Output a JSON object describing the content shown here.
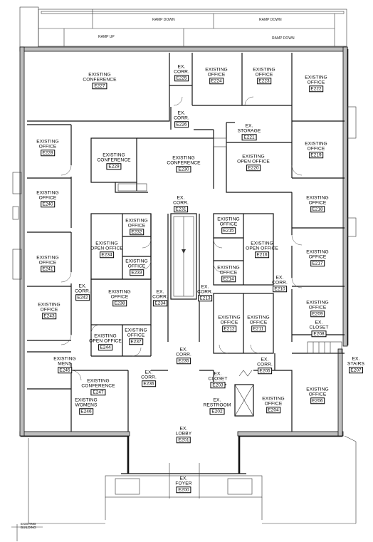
{
  "rooms": [
    {
      "id": "e227",
      "name": [
        "EXISTING",
        "CONFERENCE"
      ],
      "code": "E227"
    },
    {
      "id": "e225",
      "name": [
        "EX.",
        "CORR."
      ],
      "code": "E225"
    },
    {
      "id": "e224",
      "name": [
        "EXISTING",
        "OFFICE"
      ],
      "code": "E224"
    },
    {
      "id": "e223",
      "name": [
        "EXISTING",
        "OFFICE"
      ],
      "code": "E223"
    },
    {
      "id": "e222",
      "name": [
        "EXISTING",
        "OFFICE"
      ],
      "code": "E222"
    },
    {
      "id": "e226",
      "name": [
        "EX.",
        "CORR."
      ],
      "code": "E226"
    },
    {
      "id": "e221",
      "name": [
        "EX.",
        "STORAGE"
      ],
      "code": "E221"
    },
    {
      "id": "e228",
      "name": [
        "EXISTING",
        "OFFICE"
      ],
      "code": "E228"
    },
    {
      "id": "e229",
      "name": [
        "EXISTING",
        "CONFERENCE"
      ],
      "code": "E229"
    },
    {
      "id": "e230",
      "name": [
        "EXISTING",
        "CONFERENCE"
      ],
      "code": "E230"
    },
    {
      "id": "e220",
      "name": [
        "EXISTING",
        "OPEN OFFICE"
      ],
      "code": "E220"
    },
    {
      "id": "e219",
      "name": [
        "EXISTING",
        "OFFICE"
      ],
      "code": "E219"
    },
    {
      "id": "e240",
      "name": [
        "EXISTING",
        "OFFICE"
      ],
      "code": "E240"
    },
    {
      "id": "e231",
      "name": [
        "EX.",
        "CORR."
      ],
      "code": "E231"
    },
    {
      "id": "e218",
      "name": [
        "EXISTING",
        "OFFICE"
      ],
      "code": "E218"
    },
    {
      "id": "e232",
      "name": [
        "EXISTING",
        "OFFICE"
      ],
      "code": "E232"
    },
    {
      "id": "e215",
      "name": [
        "EXISTING",
        "OFFICE"
      ],
      "code": "E215"
    },
    {
      "id": "e234b",
      "name": [
        "EXISTING",
        "OPEN OFFICE"
      ],
      "code": "E234"
    },
    {
      "id": "e216",
      "name": [
        "EXISTING",
        "OPEN OFFICE"
      ],
      "code": "E216"
    },
    {
      "id": "e241",
      "name": [
        "EXISTING",
        "OFFICE"
      ],
      "code": "E241"
    },
    {
      "id": "e233",
      "name": [
        "EXISTING",
        "OFFICE"
      ],
      "code": "E233"
    },
    {
      "id": "e214",
      "name": [
        "EXISTING",
        "OFFICE"
      ],
      "code": "E214"
    },
    {
      "id": "e217",
      "name": [
        "EXISTING",
        "OFFICE"
      ],
      "code": "E217"
    },
    {
      "id": "e242",
      "name": [
        "EX.",
        "CORR."
      ],
      "code": "E242"
    },
    {
      "id": "e210",
      "name": [
        "EX.",
        "CORR."
      ],
      "code": "E210"
    },
    {
      "id": "e238",
      "name": [
        "EXISTING",
        "OFFICE"
      ],
      "code": "E238"
    },
    {
      "id": "e234",
      "name": [
        "EX.",
        "CORR."
      ],
      "code": "E234"
    },
    {
      "id": "e213",
      "name": [
        "EX.",
        "CORR."
      ],
      "code": "E213"
    },
    {
      "id": "e243",
      "name": [
        "EXISTING",
        "OFFICE"
      ],
      "code": "E243"
    },
    {
      "id": "e209",
      "name": [
        "EXISTING",
        "OFFICE"
      ],
      "code": "E209"
    },
    {
      "id": "e212",
      "name": [
        "EXISTING",
        "OFFICE"
      ],
      "code": "E212"
    },
    {
      "id": "e211",
      "name": [
        "EXISTING",
        "OFFICE"
      ],
      "code": "E211"
    },
    {
      "id": "e208",
      "name": [
        "EX.",
        "CLOSET"
      ],
      "code": "E208"
    },
    {
      "id": "e244",
      "name": [
        "EXISTING",
        "OPEN OFFICE"
      ],
      "code": "E244"
    },
    {
      "id": "e237",
      "name": [
        "EXISTING",
        "OFFICE"
      ],
      "code": "E237"
    },
    {
      "id": "e235",
      "name": [
        "EX.",
        "CORR."
      ],
      "code": "E235"
    },
    {
      "id": "e245",
      "name": [
        "EXISTING",
        "MENS"
      ],
      "code": "E245"
    },
    {
      "id": "e205",
      "name": [
        "EX.",
        "CORR."
      ],
      "code": "E205"
    },
    {
      "id": "e207",
      "name": [
        "EX.",
        "STAIRS"
      ],
      "code": "E207"
    },
    {
      "id": "e236",
      "name": [
        "EX.",
        "CORR."
      ],
      "code": "E236"
    },
    {
      "id": "e203",
      "name": [
        "EX.",
        "CLOSET"
      ],
      "code": "E203"
    },
    {
      "id": "e247",
      "name": [
        "EXISTING",
        "CONFERENCE"
      ],
      "code": "E247"
    },
    {
      "id": "e246",
      "name": [
        "EXISTING",
        "WOMENS"
      ],
      "code": "E246"
    },
    {
      "id": "e202",
      "name": [
        "EX.",
        "RESTROOM"
      ],
      "code": "E202"
    },
    {
      "id": "e204",
      "name": [
        "EXISTING",
        "OFFICE"
      ],
      "code": "E204"
    },
    {
      "id": "e206",
      "name": [
        "EXISTING",
        "OFFICE"
      ],
      "code": "E206"
    },
    {
      "id": "e201",
      "name": [
        "EX.",
        "LOBBY"
      ],
      "code": "E201"
    },
    {
      "id": "e200",
      "name": [
        "EX.",
        "FOYER"
      ],
      "code": "E200"
    }
  ],
  "ramps": {
    "ramp_down_1": "RAMP DOWN",
    "ramp_down_2": "RAMP DOWN",
    "ramp_up": "RAMP UP",
    "ramp_down_3": "RAMP DOWN"
  },
  "existing_building": [
    "EXISTING",
    "BUILDING"
  ]
}
